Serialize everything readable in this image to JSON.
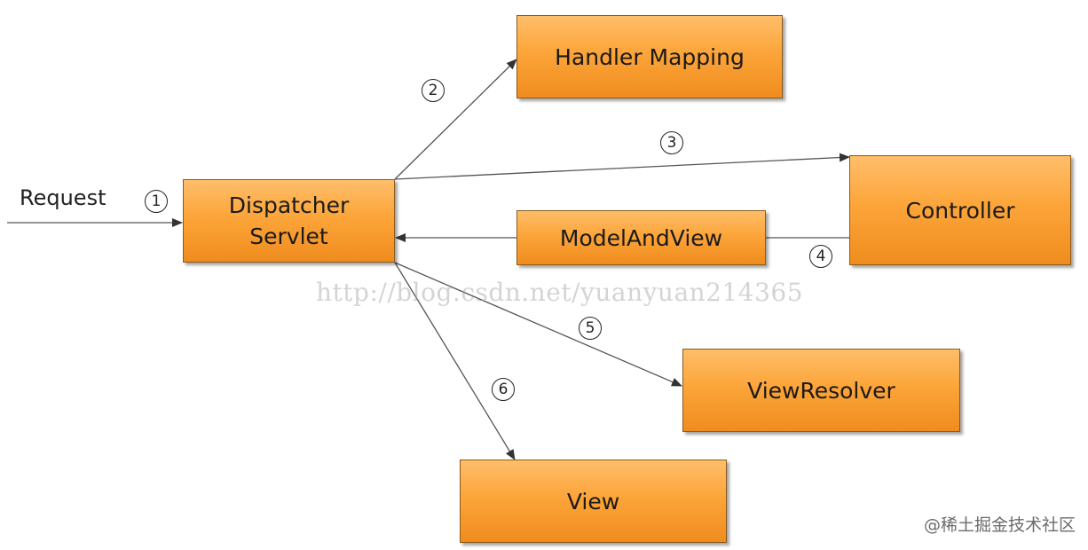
{
  "nodes": {
    "handler_mapping": "Handler Mapping",
    "dispatcher_servlet": "Dispatcher\nServlet",
    "controller": "Controller",
    "model_and_view": "ModelAndView",
    "view_resolver": "ViewResolver",
    "view": "View"
  },
  "labels": {
    "request": "Request"
  },
  "steps": {
    "s1": "1",
    "s2": "2",
    "s3": "3",
    "s4": "4",
    "s5": "5",
    "s6": "6"
  },
  "watermark": "http://blog.csdn.net/yuanyuan214365",
  "brand": "@稀土掘金技术社区",
  "colors": {
    "box_fill": "#fca53a",
    "box_border": "#8a5a1c",
    "arrow": "#555555"
  }
}
